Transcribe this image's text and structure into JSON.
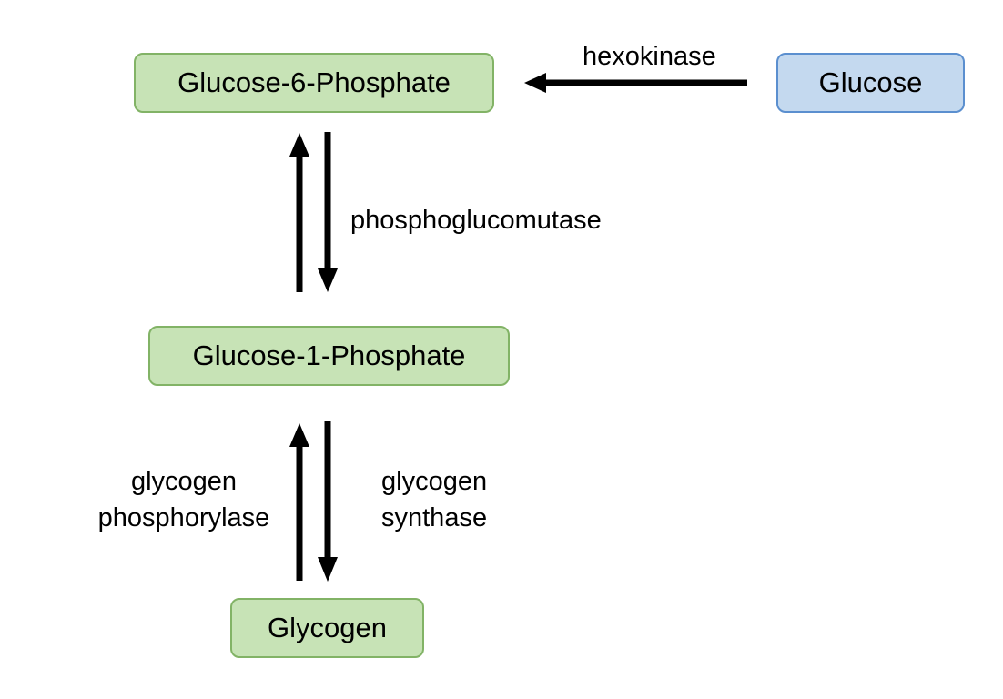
{
  "nodes": {
    "g6p": "Glucose-6-Phosphate",
    "glucose": "Glucose",
    "g1p": "Glucose-1-Phosphate",
    "glycogen": "Glycogen"
  },
  "enzymes": {
    "hexokinase": "hexokinase",
    "phosphoglucomutase": "phosphoglucomutase",
    "phosphorylase": [
      "glycogen",
      "phosphorylase"
    ],
    "synthase": [
      "glycogen",
      "synthase"
    ]
  },
  "colors": {
    "green_fill": "#c7e3b6",
    "green_border": "#82b366",
    "blue_fill": "#c4d9ef",
    "blue_border": "#5b8fcf"
  }
}
